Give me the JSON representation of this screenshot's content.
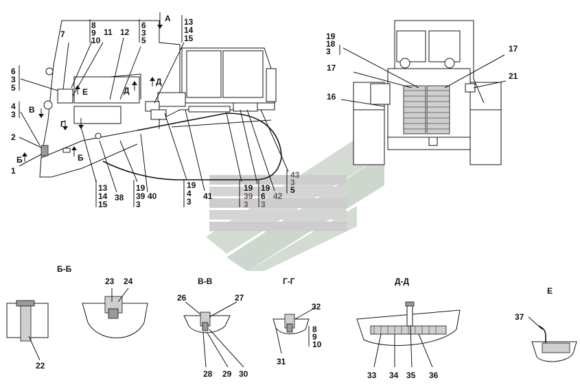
{
  "callouts": {
    "c7": "7",
    "c11": "11",
    "c12": "12",
    "c16": "16",
    "c17a": "17",
    "c17b": "17",
    "c21": "21",
    "c2": "2",
    "c1": "1",
    "c38": "38",
    "c40": "40",
    "c41": "41",
    "c42": "42",
    "c5": "5",
    "c22": "22",
    "c23": "23",
    "c24": "24",
    "c26": "26",
    "c27": "27",
    "c28": "28",
    "c29": "29",
    "c30": "30",
    "c31": "31",
    "c32": "32",
    "c33": "33",
    "c34": "34",
    "c35": "35",
    "c36": "36",
    "c37": "37"
  },
  "stacks": {
    "s_8_9_10": [
      "8",
      "9",
      "10"
    ],
    "s_6_3_5_top": [
      "6",
      "3",
      "5"
    ],
    "s_13_14_15_top": [
      "13",
      "14",
      "15"
    ],
    "s_19_18_3": [
      "19",
      "18",
      "3"
    ],
    "s_6_3_5_left": [
      "6",
      "3",
      "5"
    ],
    "s_4_3": [
      "4",
      "3"
    ],
    "s_13_14_15_bot": [
      "13",
      "14",
      "15"
    ],
    "s_19_39_3_a": [
      "19",
      "39",
      "3"
    ],
    "s_19_4_3": [
      "19",
      "4",
      "3"
    ],
    "s_19_39_3_b": [
      "19",
      "39",
      "3"
    ],
    "s_19_6_3": [
      "19",
      "6",
      "3"
    ],
    "s_43_3": [
      "43",
      "3"
    ],
    "s_8_9_10_gg": [
      "8",
      "9",
      "10"
    ]
  },
  "views": {
    "A": "А",
    "V": "В",
    "B": "Б",
    "B2": "Б",
    "G": "Г",
    "D": "Д",
    "D2": "Д",
    "E": "Е"
  },
  "sections": {
    "bb": "Б-Б",
    "vv": "В-В",
    "gg": "Г-Г",
    "dd": "Д-Д",
    "e": "Е"
  }
}
